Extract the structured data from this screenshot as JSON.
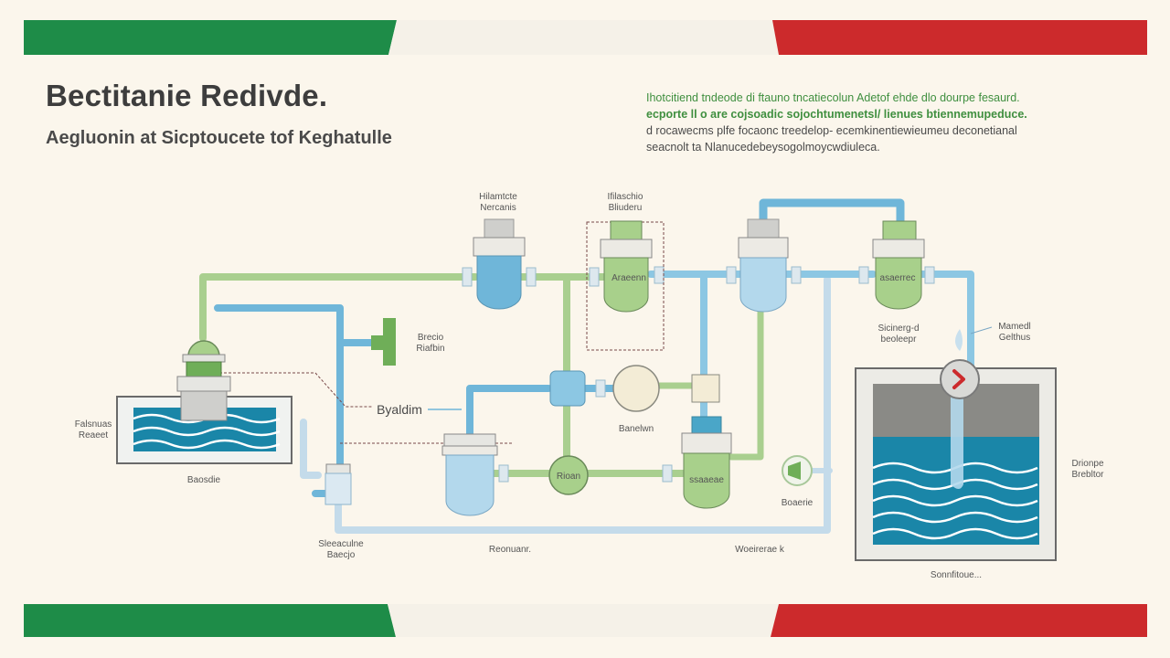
{
  "header": {
    "title": "Bectitanie Redivde.",
    "subtitle": "Aegluonin at Sicptoucete tof Keghatulle"
  },
  "description": [
    "Ihotcitiend tndeode di ftauno tncatiecolun Adetof ehde dlo dourpe fesaurd.",
    "ecporte ll o are cojsoadic sojochtumenetsl/ lienues btiennemupeduce.",
    "d rocawecms plfe focaonc treedelop- ecemkinentiewieumeu deconetianal",
    "seacnolt ta Nlanucedebeysogolmoycwdiuleca."
  ],
  "labels": {
    "top_unit_1": [
      "Hilamtcte",
      "Nercanis"
    ],
    "top_unit_2": [
      "Ifilaschio",
      "Bliuderu"
    ],
    "tank_2_label": "Araeenn",
    "tank_4_label": "asaerrec",
    "valve_label": [
      "Brecio",
      "Riafbin"
    ],
    "unit_right": [
      "Sicinerg-d",
      "beoleepr"
    ],
    "unit_far_right": [
      "Mamedl",
      "Gelthus"
    ],
    "intake_side": [
      "Falsnuas",
      "Reaeet"
    ],
    "intake_bottom": "Baosdie",
    "buildim": "Byaldim",
    "center_circle": "Banelwn",
    "pump_label": "Rioan",
    "tank_low_label": "ssaaeae",
    "bottom_left_unit": [
      "Sleeaculne",
      "Baecjo"
    ],
    "bottom_mid_1": "Reonuanr.",
    "bottom_mid_2": "Woeirerae k",
    "small_valve": "Boaerie",
    "basin_side": [
      "Drionpe",
      "Brebltor"
    ],
    "basin_bottom": "Sonnfitoue..."
  },
  "colors": {
    "green": "#1e8c48",
    "red": "#cc2a2c",
    "pipe_green": "#a9cf8f",
    "pipe_blue": "#6fb6d9",
    "pipe_pale": "#c4dbea",
    "water_deep": "#1a86a8",
    "tank_blue": "#8cc7e3",
    "tank_green": "#a8d08b"
  }
}
